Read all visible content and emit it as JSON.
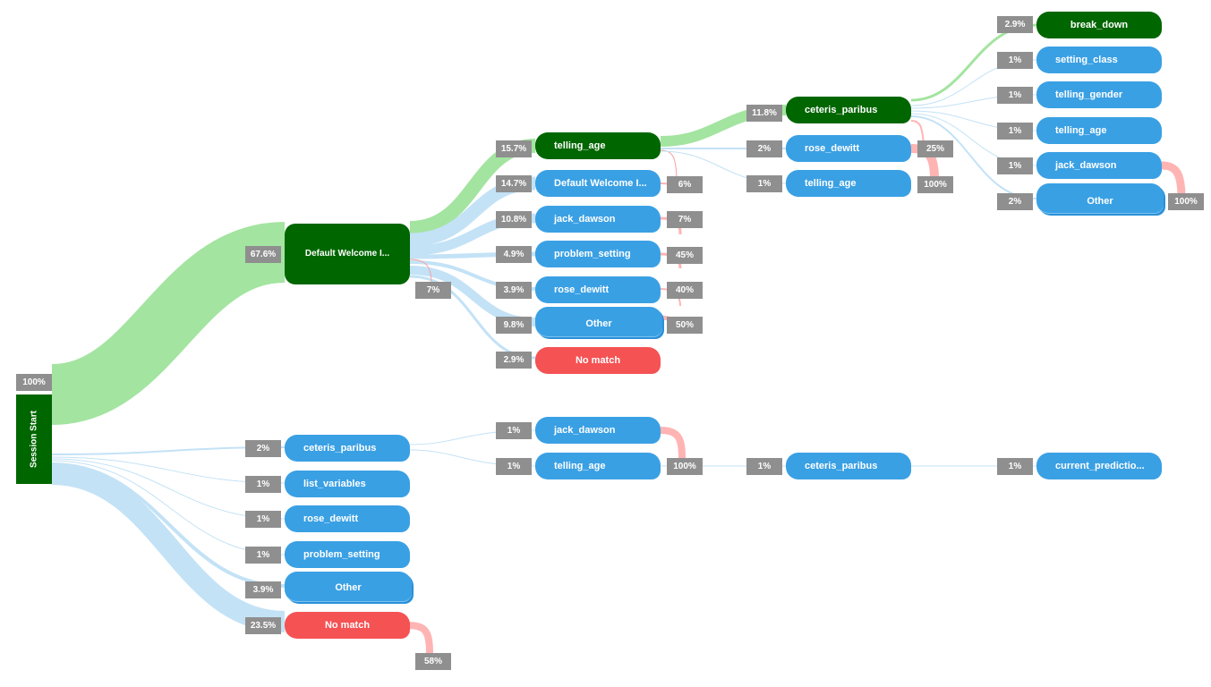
{
  "start": {
    "label": "Session Start",
    "pct": "100%"
  },
  "level1_top": {
    "label": "Default Welcome I...",
    "pct": "67.6%",
    "exit": "7%"
  },
  "level1": [
    {
      "label": "ceteris_paribus",
      "pct": "2%"
    },
    {
      "label": "list_variables",
      "pct": "1%"
    },
    {
      "label": "rose_dewitt",
      "pct": "1%"
    },
    {
      "label": "problem_setting",
      "pct": "1%"
    },
    {
      "label": "Other",
      "pct": "3.9%"
    },
    {
      "label": "No match",
      "pct": "23.5%",
      "exit": "58%"
    }
  ],
  "level2": [
    {
      "label": "telling_age",
      "pct": "15.7%"
    },
    {
      "label": "Default Welcome I...",
      "pct": "14.7%",
      "exit": "6%"
    },
    {
      "label": "jack_dawson",
      "pct": "10.8%",
      "exit": "7%"
    },
    {
      "label": "problem_setting",
      "pct": "4.9%",
      "exit": "45%"
    },
    {
      "label": "rose_dewitt",
      "pct": "3.9%",
      "exit": "40%"
    },
    {
      "label": "Other",
      "pct": "9.8%",
      "exit": "50%"
    },
    {
      "label": "No match",
      "pct": "2.9%"
    }
  ],
  "level2_lower": [
    {
      "label": "jack_dawson",
      "pct": "1%"
    },
    {
      "label": "telling_age",
      "pct": "1%",
      "exit": "100%"
    }
  ],
  "level3": [
    {
      "label": "ceteris_paribus",
      "pct": "11.8%"
    },
    {
      "label": "rose_dewitt",
      "pct": "2%",
      "exit": "25%"
    },
    {
      "label": "telling_age",
      "pct": "1%",
      "exit": "100%"
    }
  ],
  "level3_lower": {
    "label": "ceteris_paribus",
    "pct": "1%"
  },
  "level4": [
    {
      "label": "break_down",
      "pct": "2.9%"
    },
    {
      "label": "setting_class",
      "pct": "1%"
    },
    {
      "label": "telling_gender",
      "pct": "1%"
    },
    {
      "label": "telling_age",
      "pct": "1%"
    },
    {
      "label": "jack_dawson",
      "pct": "1%",
      "exit": "100%"
    },
    {
      "label": "Other",
      "pct": "2%"
    }
  ],
  "level4_lower": {
    "label": "current_predictio...",
    "pct": "1%"
  },
  "colors": {
    "node_blue": "#3aa0e4",
    "node_green": "#006600",
    "node_red": "#f55254",
    "flow_green": "#a3e4a0",
    "flow_blue": "#c3e2f6",
    "flow_red": "#ffb4b4",
    "badge_gray": "#8f8f8f"
  }
}
